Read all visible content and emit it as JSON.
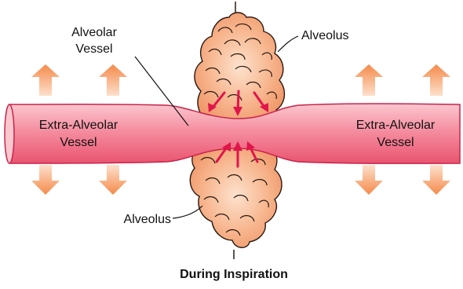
{
  "labels": {
    "alveolar_vessel_line1": "Alveolar",
    "alveolar_vessel_line2": "Vessel",
    "alveolus_top": "Alveolus",
    "alveolus_bottom": "Alveolus",
    "extra_left_line1": "Extra-Alveolar",
    "extra_left_line2": "Vessel",
    "extra_right_line1": "Extra-Alveolar",
    "extra_right_line2": "Vessel"
  },
  "caption": "During Inspiration",
  "colors": {
    "vessel_fill": "#f07d8e",
    "vessel_stroke": "#c8244a",
    "alveolus_fill": "#f4a479",
    "alveolus_stroke": "#2a1a12",
    "traction_arrow": "#f7935a",
    "compression_arrow": "#e0154a"
  }
}
